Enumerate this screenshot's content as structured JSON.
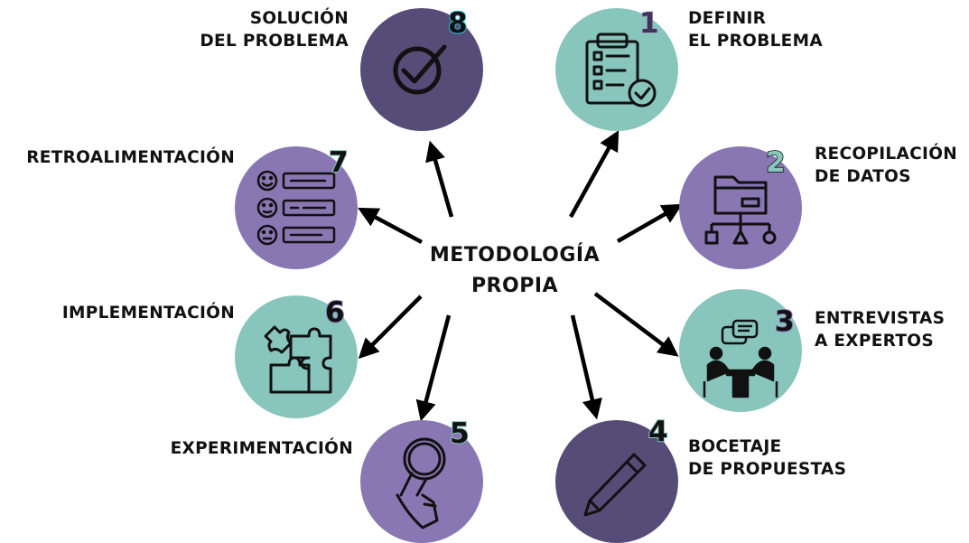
{
  "center": {
    "line1": "METODOLOGÍA",
    "line2": "PROPIA"
  },
  "colors": {
    "teal": "#88c5bd",
    "purple": "#8877b3",
    "dark_purple": "#564c78",
    "badge_cyan": "#2bc3d3"
  },
  "steps": [
    {
      "number": "1",
      "line1": "DEFINIR",
      "line2": "EL PROBLEMA",
      "icon": "clipboard-check-icon"
    },
    {
      "number": "2",
      "line1": "RECOPILACIÓN",
      "line2": "DE DATOS",
      "icon": "folder-hierarchy-icon"
    },
    {
      "number": "3",
      "line1": "ENTREVISTAS",
      "line2": "A EXPERTOS",
      "icon": "interview-icon"
    },
    {
      "number": "4",
      "line1": "BOCETAJE",
      "line2": "DE PROPUESTAS",
      "icon": "pencil-icon"
    },
    {
      "number": "5",
      "line1": "EXPERIMENTACIÓN",
      "line2": "",
      "icon": "magnifier-icon"
    },
    {
      "number": "6",
      "line1": "IMPLEMENTACIÓN",
      "line2": "",
      "icon": "puzzle-icon"
    },
    {
      "number": "7",
      "line1": "RETROALIMENTACIÓN",
      "line2": "",
      "icon": "feedback-faces-icon"
    },
    {
      "number": "8",
      "line1": "SOLUCIÓN",
      "line2": "DEL PROBLEMA",
      "icon": "checkmark-icon"
    }
  ]
}
